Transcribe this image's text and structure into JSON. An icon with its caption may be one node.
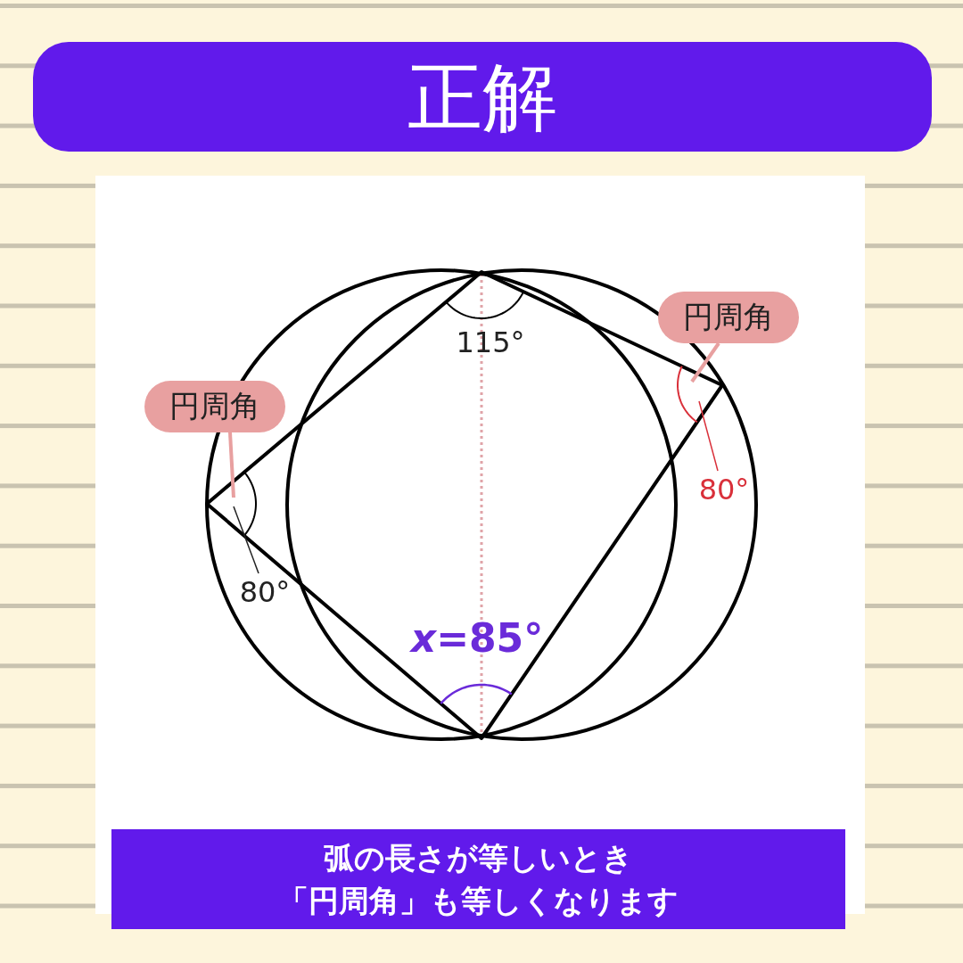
{
  "diagram": {
    "title": "正解",
    "nodes": [
      {
        "text": [
          "円周角"
        ]
      },
      {
        "text": [
          "円周角"
        ]
      },
      {
        "text": [
          "80°"
        ]
      },
      {
        "text": [
          "80°"
        ]
      },
      {
        "text": [
          "弧の長さが等しいとき",
          "「円周角」も等しくなります"
        ]
      }
    ],
    "edges": [
      {
        "from": 0,
        "to": null,
        "arrow": "none",
        "style": "thick",
        "color": "#e8a0a0"
      },
      {
        "from": 1,
        "to": null,
        "arrow": "none",
        "style": "thick",
        "color": "#e8a0a0"
      },
      {
        "from": 2,
        "to": null,
        "arrow": "none",
        "color": "#222222"
      },
      {
        "from": 3,
        "to": null,
        "arrow": "none",
        "color": "#d9303a"
      }
    ],
    "labels": [
      "115°",
      "*x*=85°"
    ]
  }
}
